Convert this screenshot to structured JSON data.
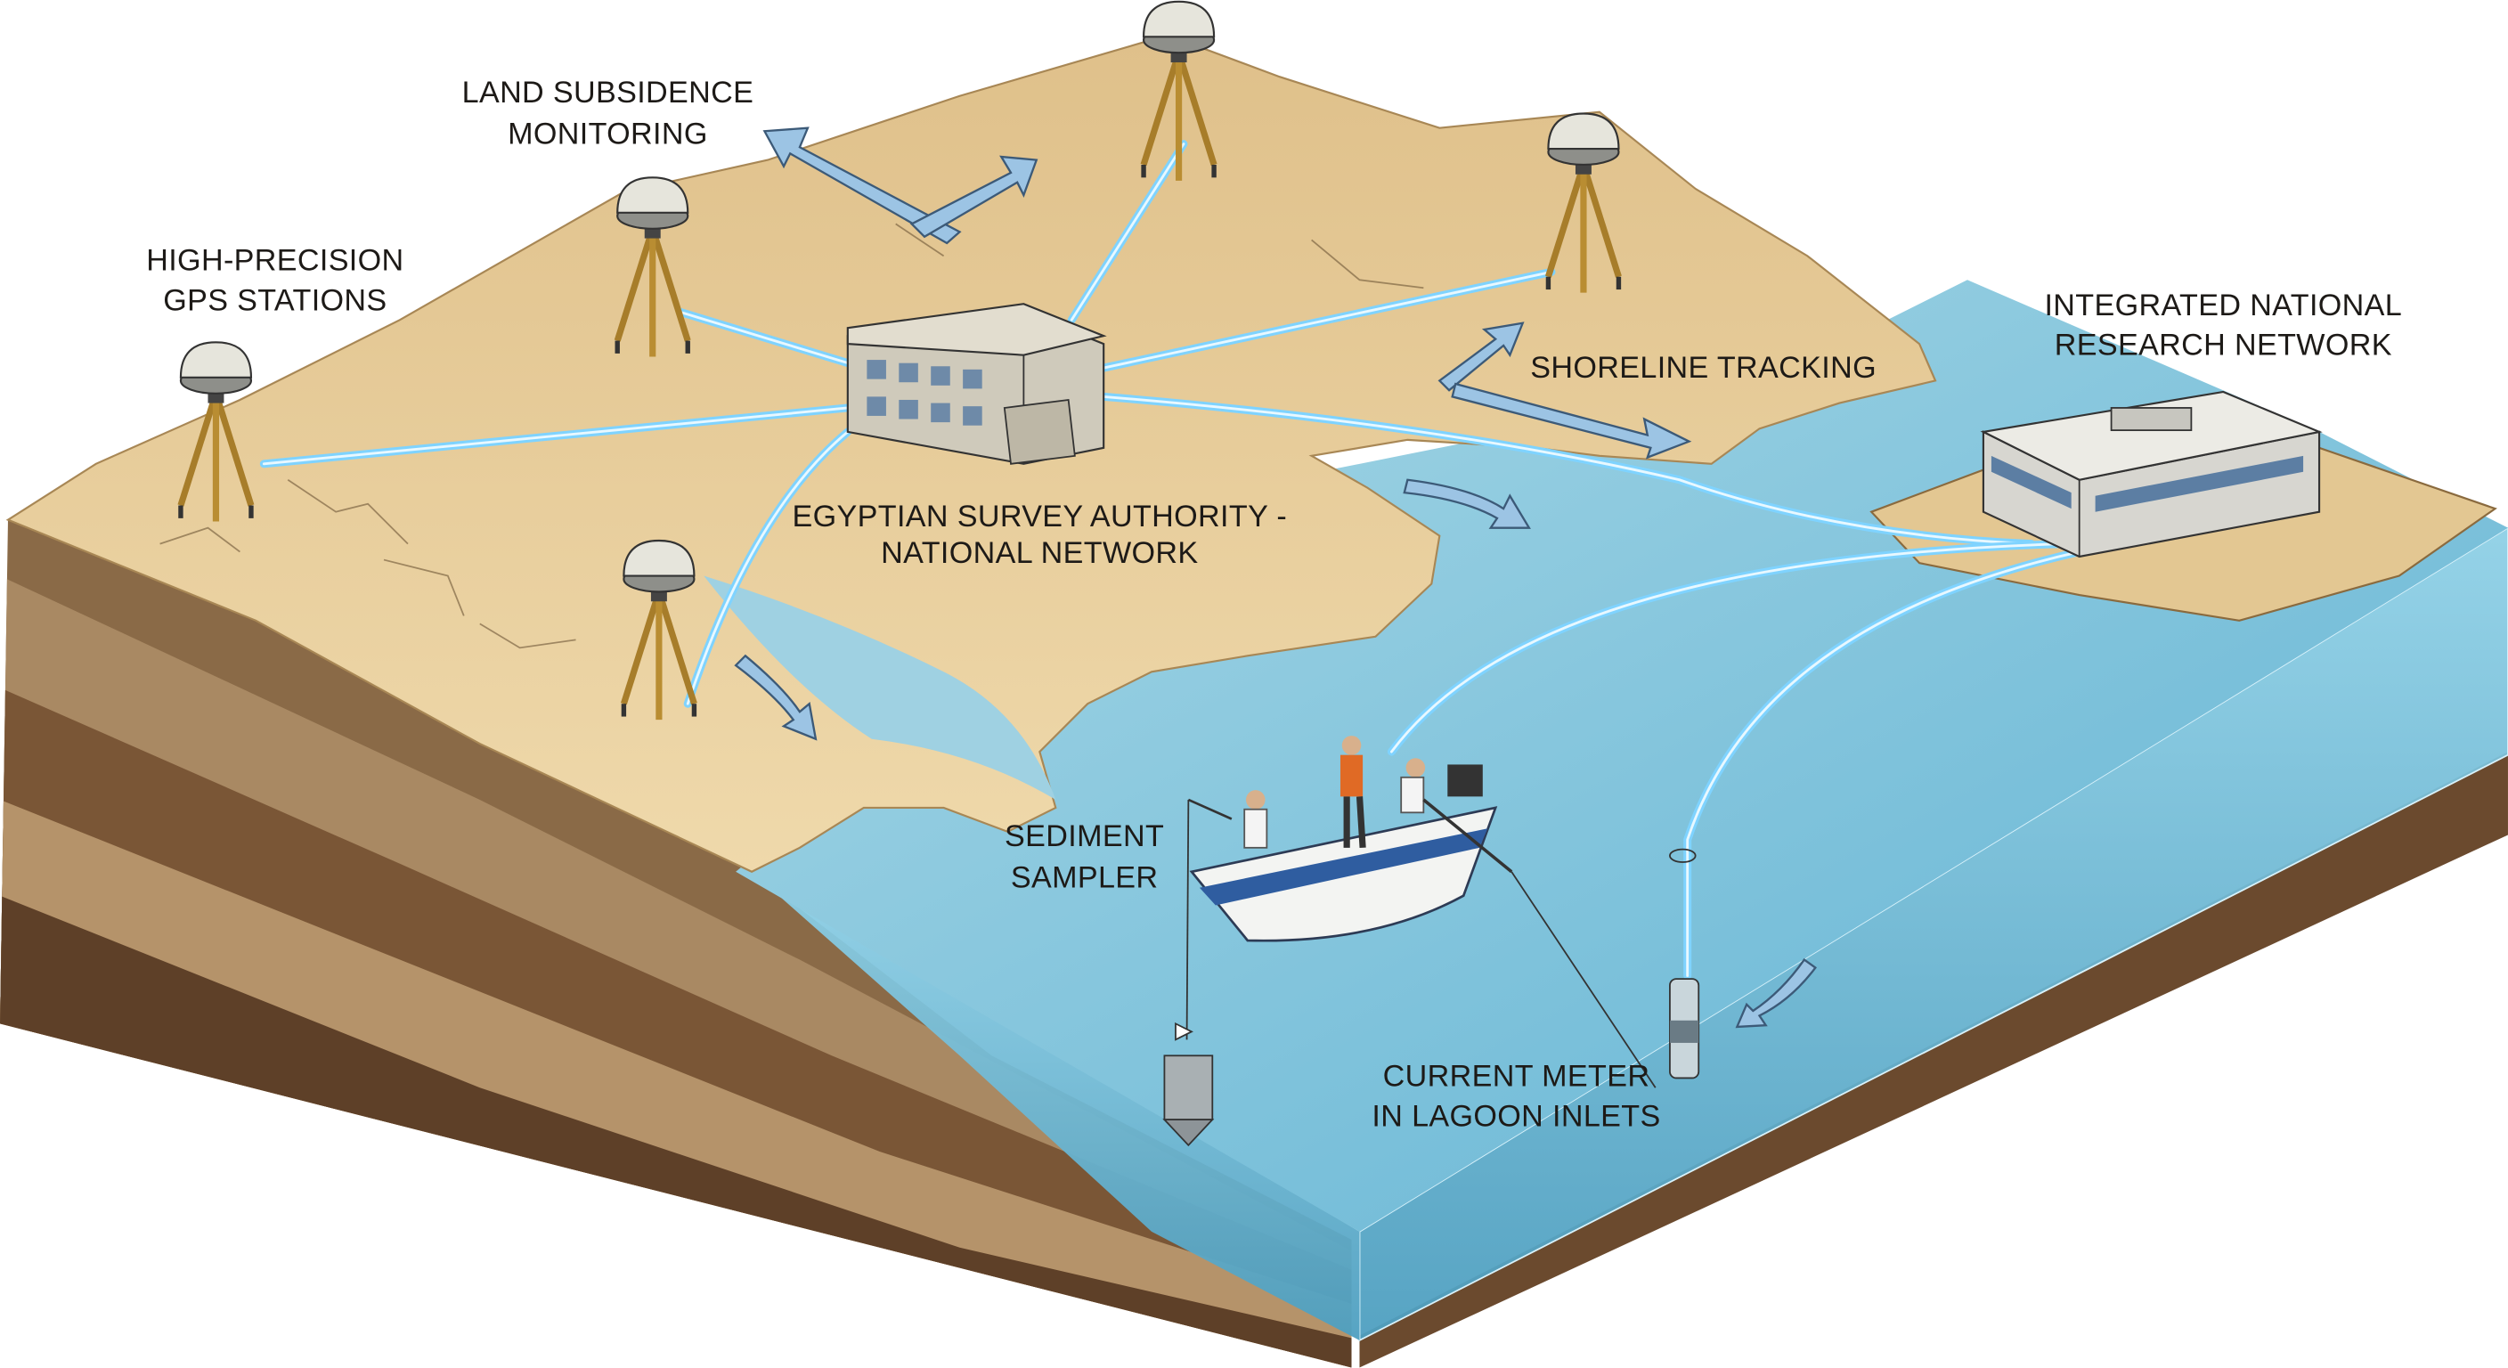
{
  "labels": {
    "land_subsidence": [
      "LAND SUBSIDENCE",
      "MONITORING"
    ],
    "gps_stations": [
      "HIGH-PRECISION",
      "GPS STATIONS"
    ],
    "survey_authority": [
      "EGYPTIAN SURVEY AUTHORITY -",
      "NATIONAL NETWORK"
    ],
    "shoreline": [
      "SHORELINE TRACKING"
    ],
    "research_network": [
      "INTEGRATED NATIONAL",
      "RESEARCH NETWORK"
    ],
    "sediment_sampler": [
      "SEDIMENT",
      "SAMPLER"
    ],
    "current_meter": [
      "CURRENT METER",
      "IN LAGOON INLETS"
    ]
  },
  "colors": {
    "sand": "#e8cf9c",
    "water": "#8fcbe0",
    "cable": "#7fd3ff",
    "soil_dark": "#6b4a2e"
  }
}
